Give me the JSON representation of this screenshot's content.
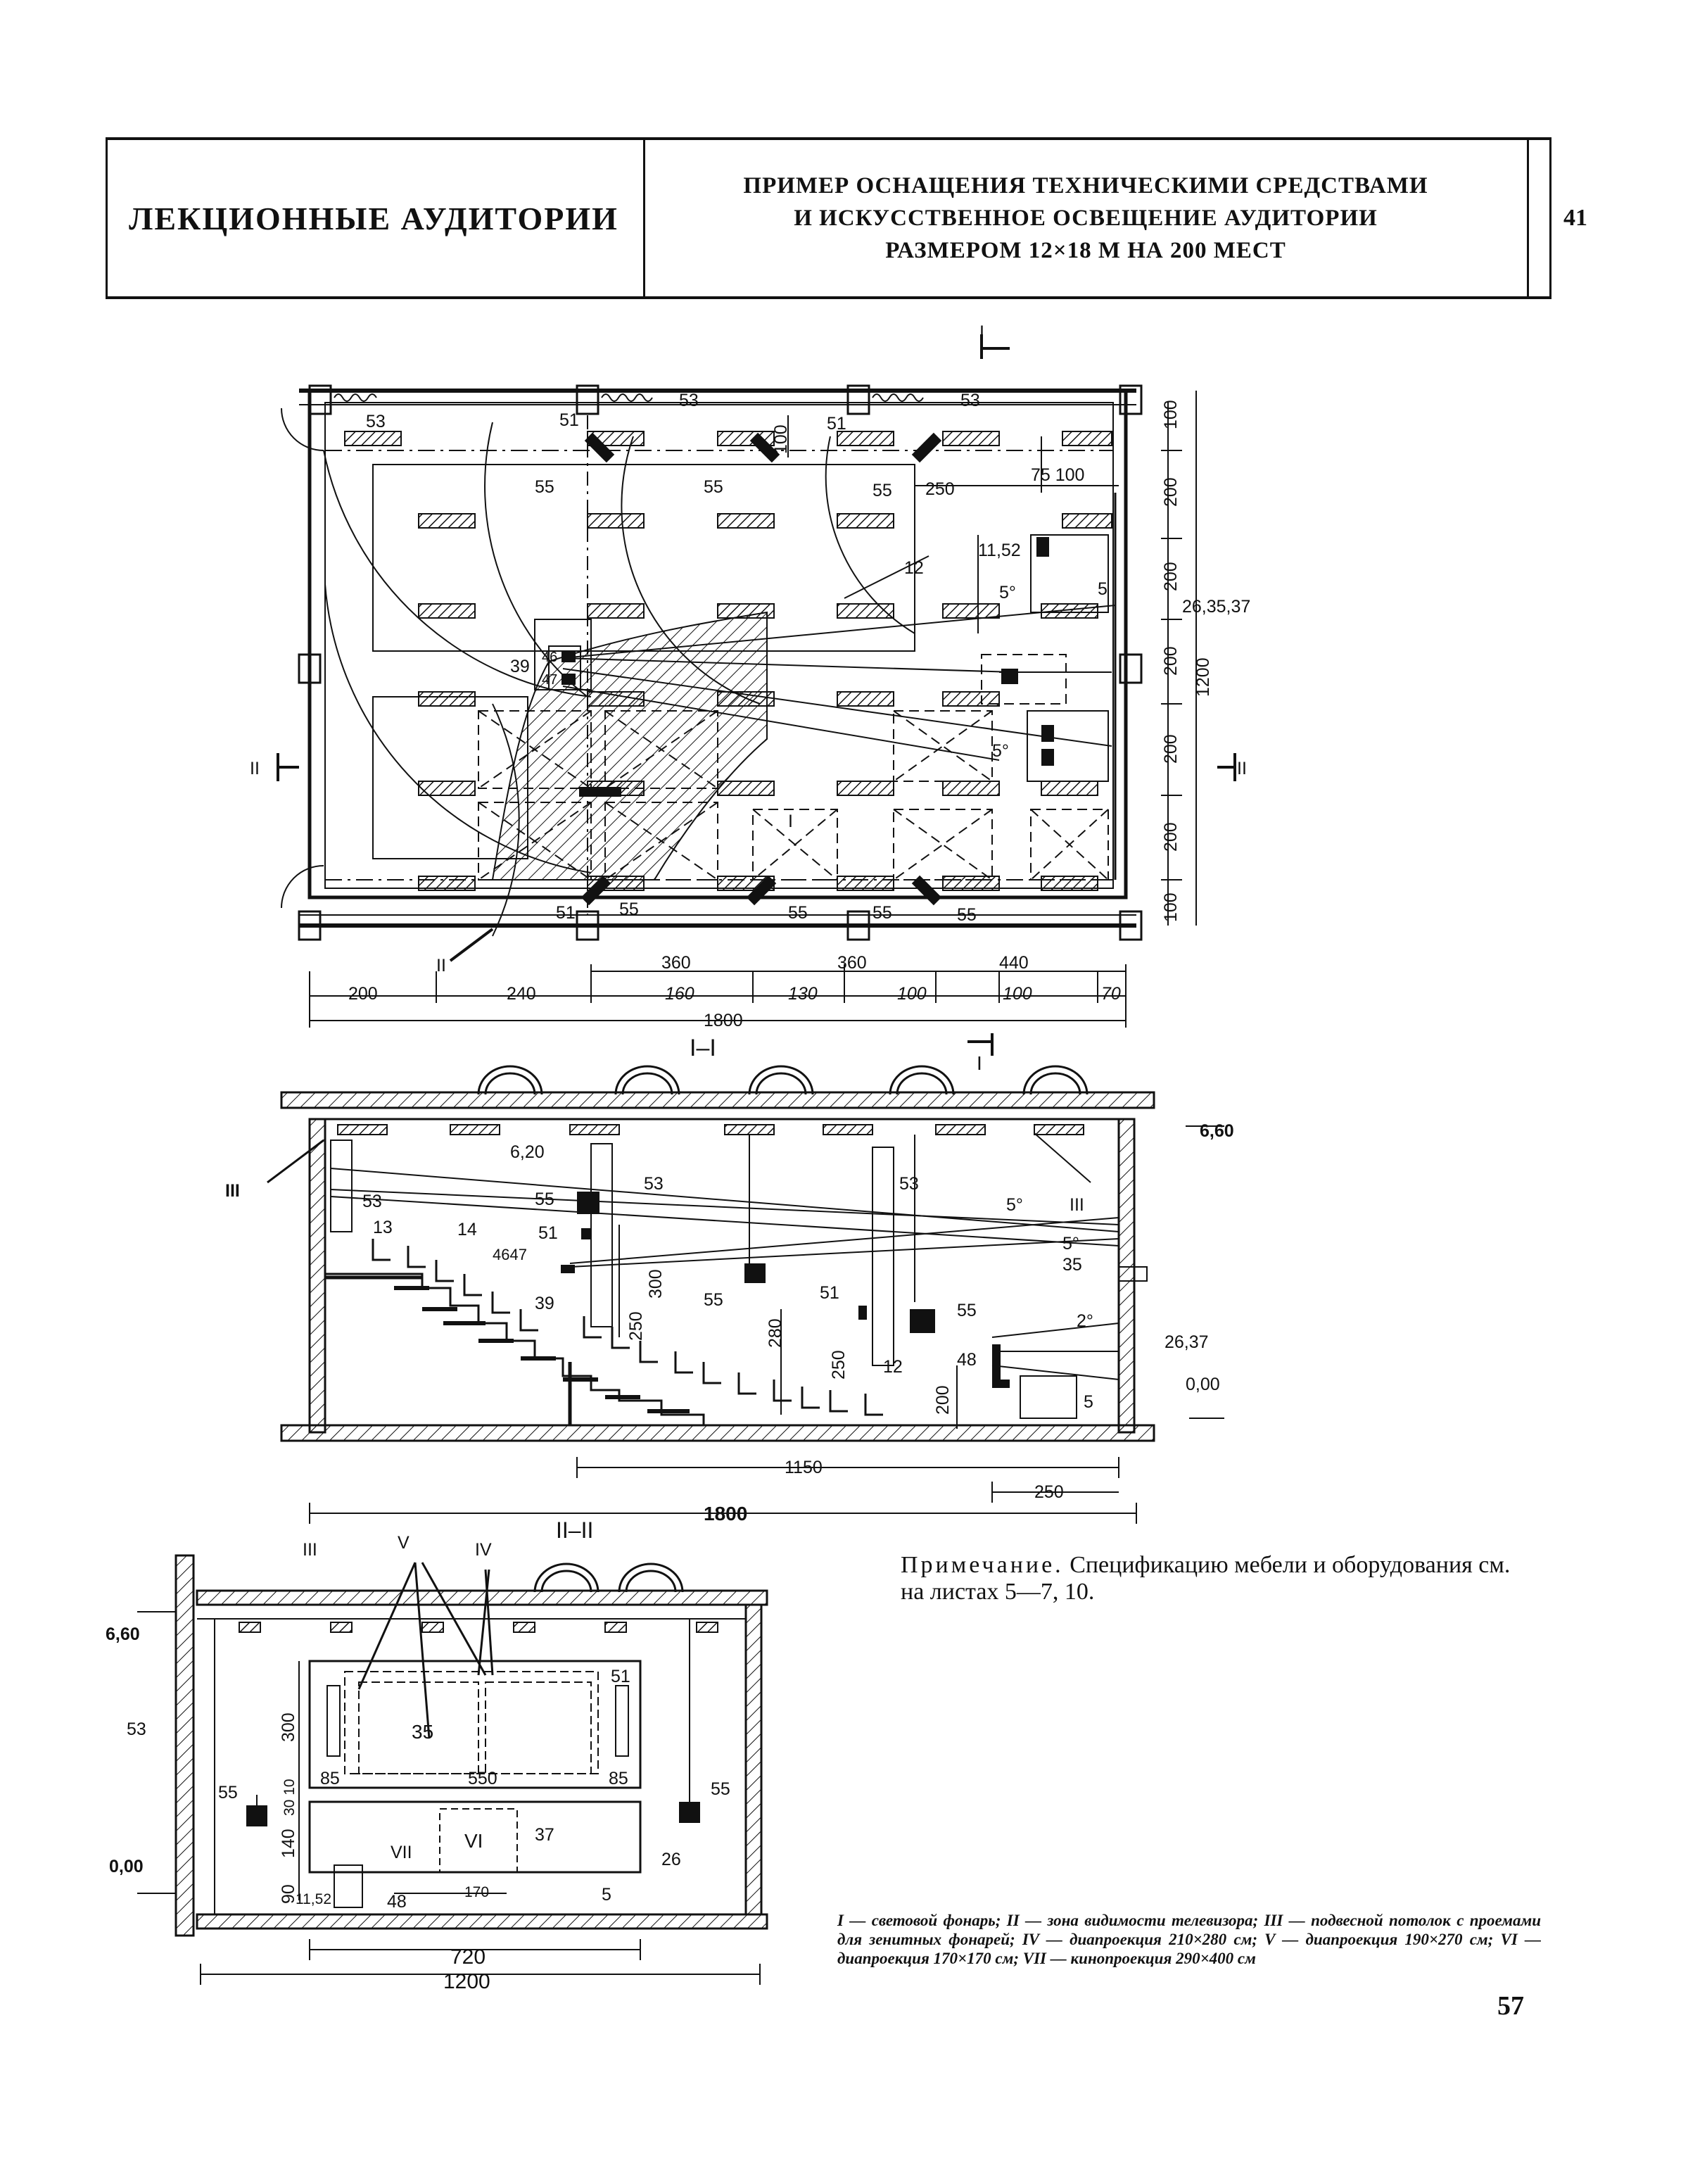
{
  "header": {
    "section": "ЛЕКЦИОННЫЕ АУДИТОРИИ",
    "title_line1": "ПРИМЕР ОСНАЩЕНИЯ ТЕХНИЧЕСКИМИ СРЕДСТВАМИ",
    "title_line2": "И ИСКУССТВЕННОЕ ОСВЕЩЕНИЕ АУДИТОРИИ",
    "title_line3": "РАЗМЕРОМ 12×18 М НА 200 МЕСТ",
    "sheet": "41"
  },
  "plan": {
    "labels": {
      "l53a": "53",
      "l53b": "53",
      "l53c": "53",
      "l51a": "51",
      "l51b": "51",
      "l51c": "51",
      "l55a": "55",
      "l55b": "55",
      "l55c": "55",
      "l55d": "55",
      "l55e": "55",
      "l55f": "55",
      "l55g": "55",
      "l100a": "100",
      "l250": "250",
      "l75100": "75 100",
      "l1152": "11,52",
      "l5": "5",
      "l12": "12",
      "l5deg": "5°",
      "l263537": "26,35,37",
      "l39": "39",
      "l46": "46",
      "l47": "47",
      "l5deg2": "5°",
      "lI": "I",
      "lII_left": "II",
      "lII_right": "II",
      "lII_bottom": "II",
      "lI_top": "I",
      "v100a": "100",
      "v200a": "200",
      "v200b": "200",
      "v200c": "200",
      "v200d": "200",
      "v200e": "200",
      "v100b": "100",
      "v1200": "1200",
      "d360a": "360",
      "d360b": "360",
      "d440": "440",
      "d200": "200",
      "d240": "240",
      "d160": "160",
      "d130": "130",
      "d100a": "100",
      "d100b": "100",
      "d70": "70",
      "d1800": "1800"
    }
  },
  "section1": {
    "title": "I–I",
    "lI": "I",
    "labels": {
      "lIII_left": "III",
      "l620": "6,20",
      "l660": "6,60",
      "l53a": "53",
      "l53b": "53",
      "l53c": "53",
      "l55a": "55",
      "l13": "13",
      "l14": "14",
      "l51a": "51",
      "l4647": "4647",
      "l39": "39",
      "l300": "300",
      "l250a": "250",
      "l55b": "55",
      "l280": "280",
      "l51b": "51",
      "l250b": "250",
      "l55c": "55",
      "l12": "12",
      "l48": "48",
      "l200": "200",
      "l5": "5",
      "lIII_right": "III",
      "l5deg": "5°",
      "l5deg2": "5°",
      "l35": "35",
      "l2deg": "2°",
      "l2637": "26,37",
      "l000": "0,00",
      "d1150": "1150",
      "d250": "250",
      "d1800": "1800"
    }
  },
  "section2": {
    "title": "II–II",
    "labels": {
      "lIII": "III",
      "lV": "V",
      "lIV": "IV",
      "l660": "6,60",
      "l53": "53",
      "l51": "51",
      "l300": "300",
      "l35": "35",
      "l85a": "85",
      "l550": "550",
      "l85b": "85",
      "l3010": "30 10",
      "l55a": "55",
      "l55b": "55",
      "l140": "140",
      "lVI": "VI",
      "l37": "37",
      "l26": "26",
      "lVII": "VII",
      "l000": "0,00",
      "l90": "90",
      "l1152": "11,52",
      "l48": "48",
      "l170": "170",
      "l5": "5",
      "d720": "720",
      "d1200": "1200"
    }
  },
  "note": {
    "title": "Примечание.",
    "text": "Спецификацию мебели и оборудования см. на листах 5—7, 10."
  },
  "legend": "I — световой фонарь; II — зона видимости телевизора; III — подвесной потолок с проемами для зенитных фонарей; IV — диапроекция 210×280 см; V — диапроекция 190×270 см; VI — диапроекция 170×170 см; VII — кинопроекция 290×400 см",
  "page_number": "57"
}
